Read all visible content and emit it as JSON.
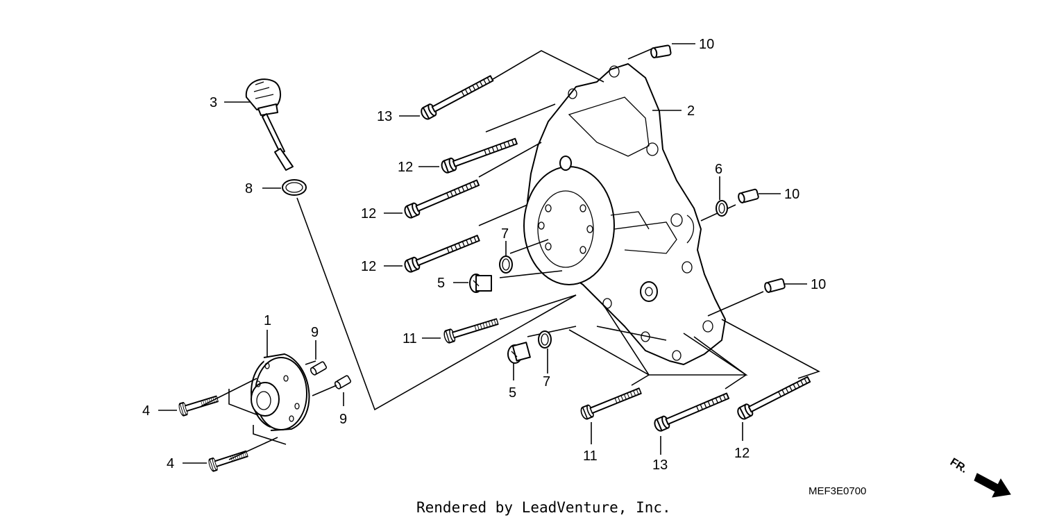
{
  "callouts": [
    {
      "id": "c1",
      "text": "1"
    },
    {
      "id": "c2",
      "text": "2"
    },
    {
      "id": "c3",
      "text": "3"
    },
    {
      "id": "c4a",
      "text": "4"
    },
    {
      "id": "c4b",
      "text": "4"
    },
    {
      "id": "c5a",
      "text": "5"
    },
    {
      "id": "c5b",
      "text": "5"
    },
    {
      "id": "c6",
      "text": "6"
    },
    {
      "id": "c7a",
      "text": "7"
    },
    {
      "id": "c7b",
      "text": "7"
    },
    {
      "id": "c8",
      "text": "8"
    },
    {
      "id": "c9a",
      "text": "9"
    },
    {
      "id": "c9b",
      "text": "9"
    },
    {
      "id": "c10a",
      "text": "10"
    },
    {
      "id": "c10b",
      "text": "10"
    },
    {
      "id": "c10c",
      "text": "10"
    },
    {
      "id": "c11a",
      "text": "11"
    },
    {
      "id": "c11b",
      "text": "11"
    },
    {
      "id": "c12a",
      "text": "12"
    },
    {
      "id": "c12b",
      "text": "12"
    },
    {
      "id": "c12c",
      "text": "12"
    },
    {
      "id": "c12d",
      "text": "12"
    },
    {
      "id": "c13a",
      "text": "13"
    },
    {
      "id": "c13b",
      "text": "13"
    }
  ],
  "diagram_code": "MEF3E0700",
  "credit": "Rendered by LeadVenture, Inc.",
  "direction": "FR."
}
